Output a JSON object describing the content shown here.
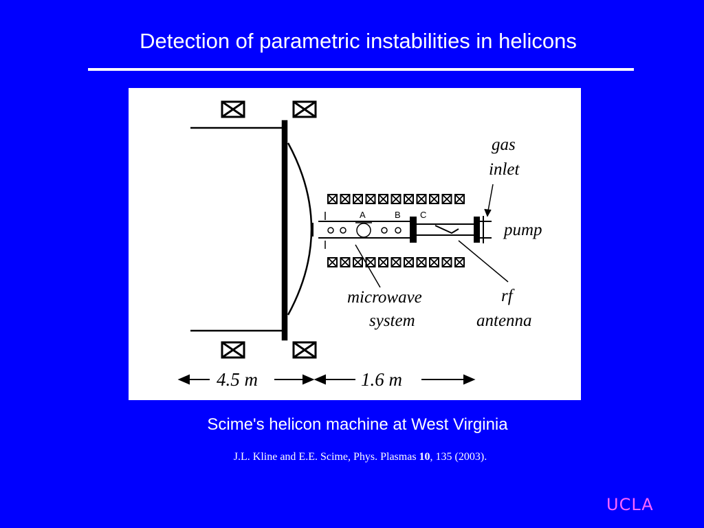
{
  "slide": {
    "title": "Detection of parametric instabilities in helicons",
    "caption": "Scime's helicon machine at West Virginia",
    "reference": {
      "authors": "J.L. Kline and E.E. Scime, Phys. Plasmas ",
      "volume": "10",
      "rest": ", 135 (2003)."
    },
    "logo": "UCLA"
  },
  "diagram": {
    "labels": {
      "gas": "gas",
      "inlet": "inlet",
      "pump": "pump",
      "microwave": "microwave",
      "system": "system",
      "rf": "rf",
      "antenna": "antenna",
      "port_a": "A",
      "port_b": "B",
      "port_c": "C"
    },
    "dimensions": {
      "left": "4.5 m",
      "right": "1.6 m"
    }
  },
  "colors": {
    "background": "#0000FF",
    "text": "#FFFFFF",
    "logo": "#FF66FF"
  }
}
